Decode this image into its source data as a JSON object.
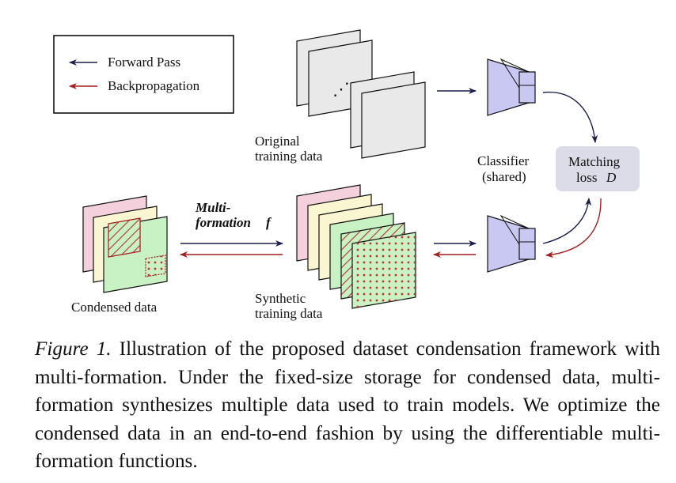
{
  "legend": {
    "forward": "Forward Pass",
    "backward": "Backpropagation"
  },
  "labels": {
    "original_1": "Original",
    "original_2": "training data",
    "classifier_1": "Classifier",
    "classifier_2": "(shared)",
    "matching_1": "Matching",
    "matching_2": "loss",
    "matching_sym": "D",
    "multiformation_1": "Multi-",
    "multiformation_2": "formation",
    "multiformation_sym": "f",
    "condensed": "Condensed data",
    "synthetic_1": "Synthetic",
    "synthetic_2": "training data",
    "dots": "⋰"
  },
  "caption": {
    "label": "Figure 1.",
    "text": " Illustration of the proposed dataset condensation framework with multi-formation. Under the fixed-size storage for condensed data, multi-formation synthesizes multiple data used to train models. We optimize the condensed data in an end-to-end fashion by using the differentiable multi-formation functions."
  },
  "colors": {
    "forward": "#1b1f4a",
    "backward": "#a31f1f",
    "pink": "#f4cfdc",
    "cream": "#fbf6d2",
    "green": "#c8f2c4",
    "gray": "#e9e9e9",
    "classifier": "#c9c8f3",
    "loss_box": "#dcdce8"
  }
}
